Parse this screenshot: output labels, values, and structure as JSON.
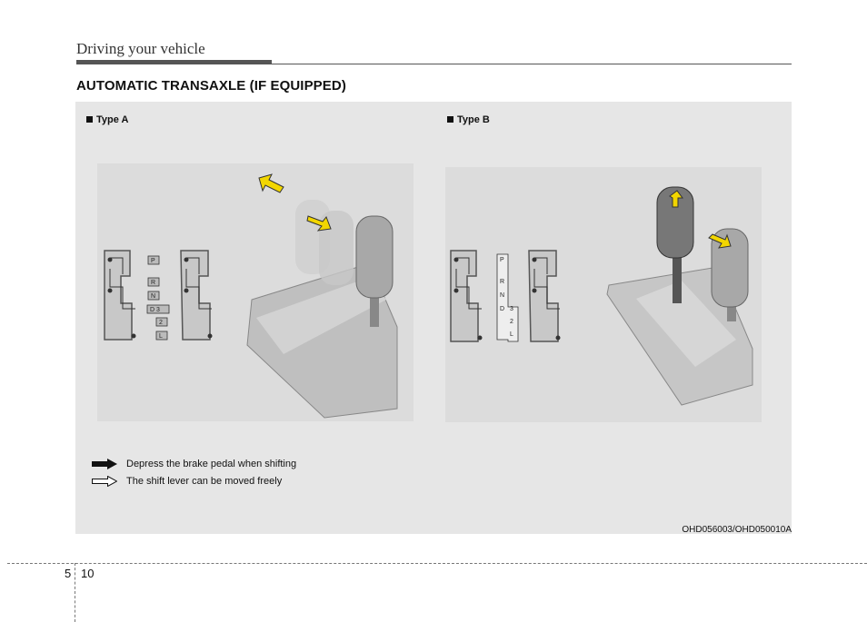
{
  "header": {
    "section_title": "Driving your vehicle"
  },
  "heading": "AUTOMATIC TRANSAXLE (IF EQUIPPED)",
  "figure": {
    "type_a_label": "Type A",
    "type_b_label": "Type B",
    "type_a_gears": [
      "P",
      "R",
      "N",
      "D 3",
      "2",
      "L"
    ],
    "type_b_gears": [
      "P",
      "R",
      "N",
      "D",
      "3",
      "2",
      "L"
    ],
    "legend": {
      "solid_arrow_text": "Depress the brake pedal when shifting",
      "outline_arrow_text": "The shift lever can be moved freely"
    },
    "figure_code": "OHD056003/OHD050010A"
  },
  "footer": {
    "chapter": "5",
    "page": "10"
  },
  "colors": {
    "accent_arrow": "#f2d600",
    "panel_bg": "#e6e6e6",
    "rule": "#555555"
  }
}
